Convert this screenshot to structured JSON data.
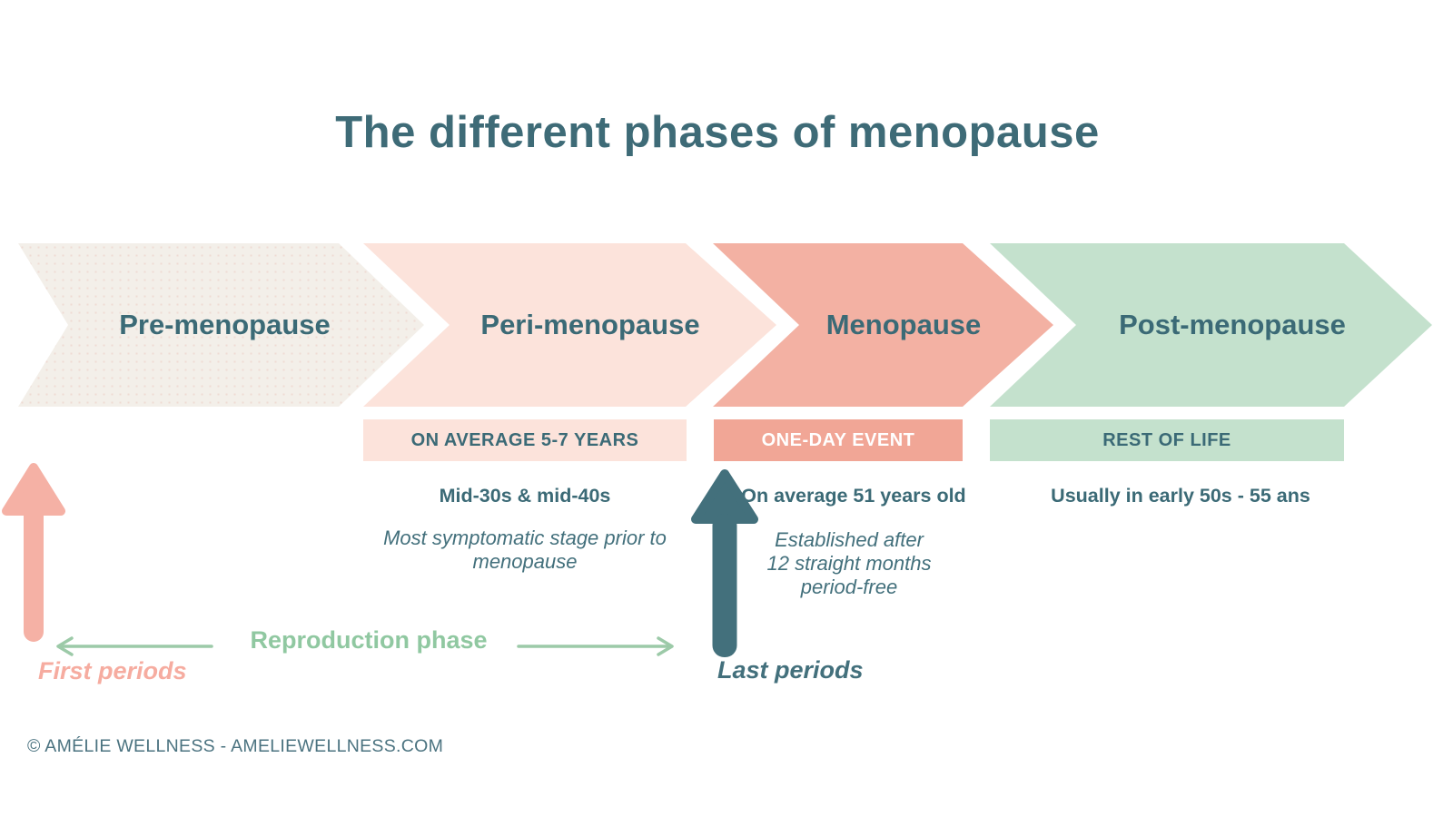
{
  "title": "The different phases of menopause",
  "phases": [
    {
      "label": "Pre-menopause",
      "color": "#f3efe9"
    },
    {
      "label": "Peri-menopause",
      "color": "#fce3db",
      "duration_label": "ON AVERAGE 5-7 YEARS",
      "age": "Mid-30s & mid-40s",
      "note_lines": [
        "Most symptomatic stage prior to",
        "menopause"
      ]
    },
    {
      "label": "Menopause",
      "color": "#f3b1a3",
      "duration_label": "ONE-DAY EVENT",
      "age": "On average 51 years old",
      "note_lines": [
        "Established after",
        "12 straight months",
        "period-free"
      ]
    },
    {
      "label": "Post-menopause",
      "color": "#c4e1cd",
      "duration_label": "REST OF LIFE",
      "age": "Usually in early 50s - 55 ans"
    }
  ],
  "timeline": {
    "first_periods": "First periods",
    "reproduction_phase": "Reproduction phase",
    "last_periods": "Last periods"
  },
  "footer": "© AMÉLIE WELLNESS - AMELIEWELLNESS.COM",
  "colors": {
    "title_teal": "#3e6b77",
    "beige_phase": "#f3efe9",
    "light_pink_phase": "#fce3db",
    "salmon_phase": "#f3b1a3",
    "salmon_bar": "#f1a696",
    "green_phase": "#c4e1cd",
    "pink_accent": "#f5b1a5",
    "green_accent": "#9ccaa8",
    "teal_arrow": "#43707c"
  }
}
